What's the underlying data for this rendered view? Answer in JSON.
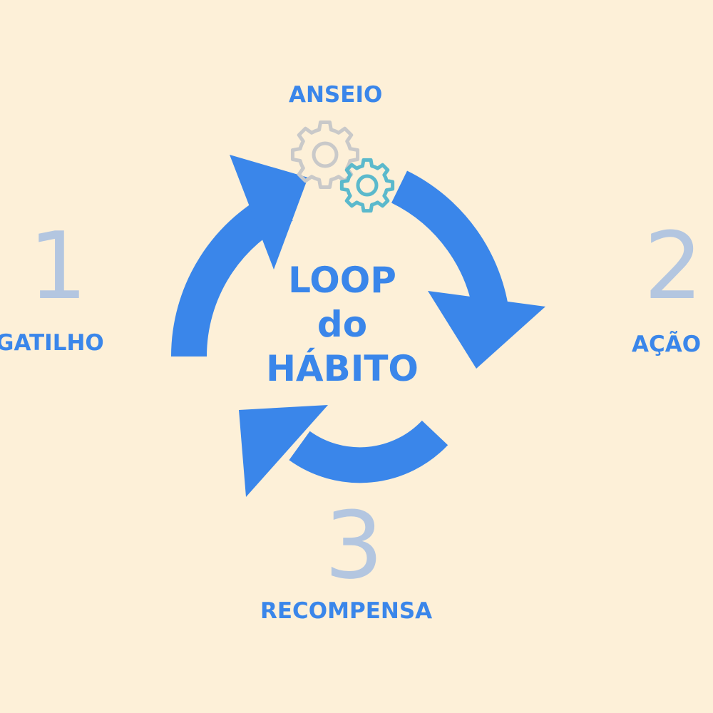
{
  "colors": {
    "background": "#fdf0d8",
    "accent": "#3a86ea",
    "number": "#b3c6e0",
    "gear_grey": "#c9c9c9",
    "gear_teal": "#5bb9cc"
  },
  "center": {
    "line1": "LOOP",
    "line2": "do",
    "line3": "HÁBITO"
  },
  "stages": [
    {
      "number": "1",
      "label": "GATILHO"
    },
    {
      "number": "2",
      "label": "AÇÃO"
    },
    {
      "number": "3",
      "label": "RECOMPENSA"
    }
  ],
  "top_label": "ANSEIO",
  "icons": {
    "top": "gears-icon"
  }
}
